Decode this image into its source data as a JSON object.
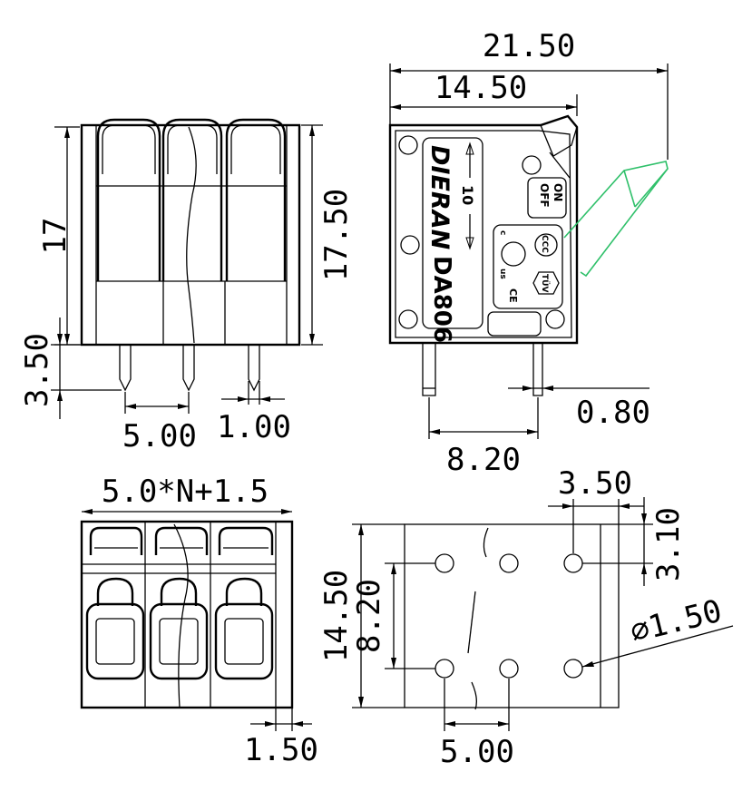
{
  "side_view": {
    "height_body": "17",
    "height_total": "17.50",
    "pin_length": "3.50",
    "pitch": "5.00",
    "pin_width": "1.00"
  },
  "front_view": {
    "overall_width": "21.50",
    "body_width": "14.50",
    "brand": "DIERAN",
    "model": "DA806",
    "strip_label": "10",
    "switch_on": "ON",
    "switch_off": "OFF",
    "cert_ccc": "CCC",
    "cert_tuv": "TÜV",
    "cert_ce": "CE",
    "cert_ul_c": "c",
    "cert_ul_us": "us",
    "pin_thickness": "0.80",
    "pin_spacing": "8.20"
  },
  "top_view": {
    "width_formula": "5.0*N+1.5",
    "edge_offset": "1.50"
  },
  "pcb_layout": {
    "hole_offset_x": "3.50",
    "hole_offset_y": "3.10",
    "depth": "14.50",
    "row_spacing": "8.20",
    "hole_diameter": "∅1.50",
    "pitch": "5.00"
  }
}
